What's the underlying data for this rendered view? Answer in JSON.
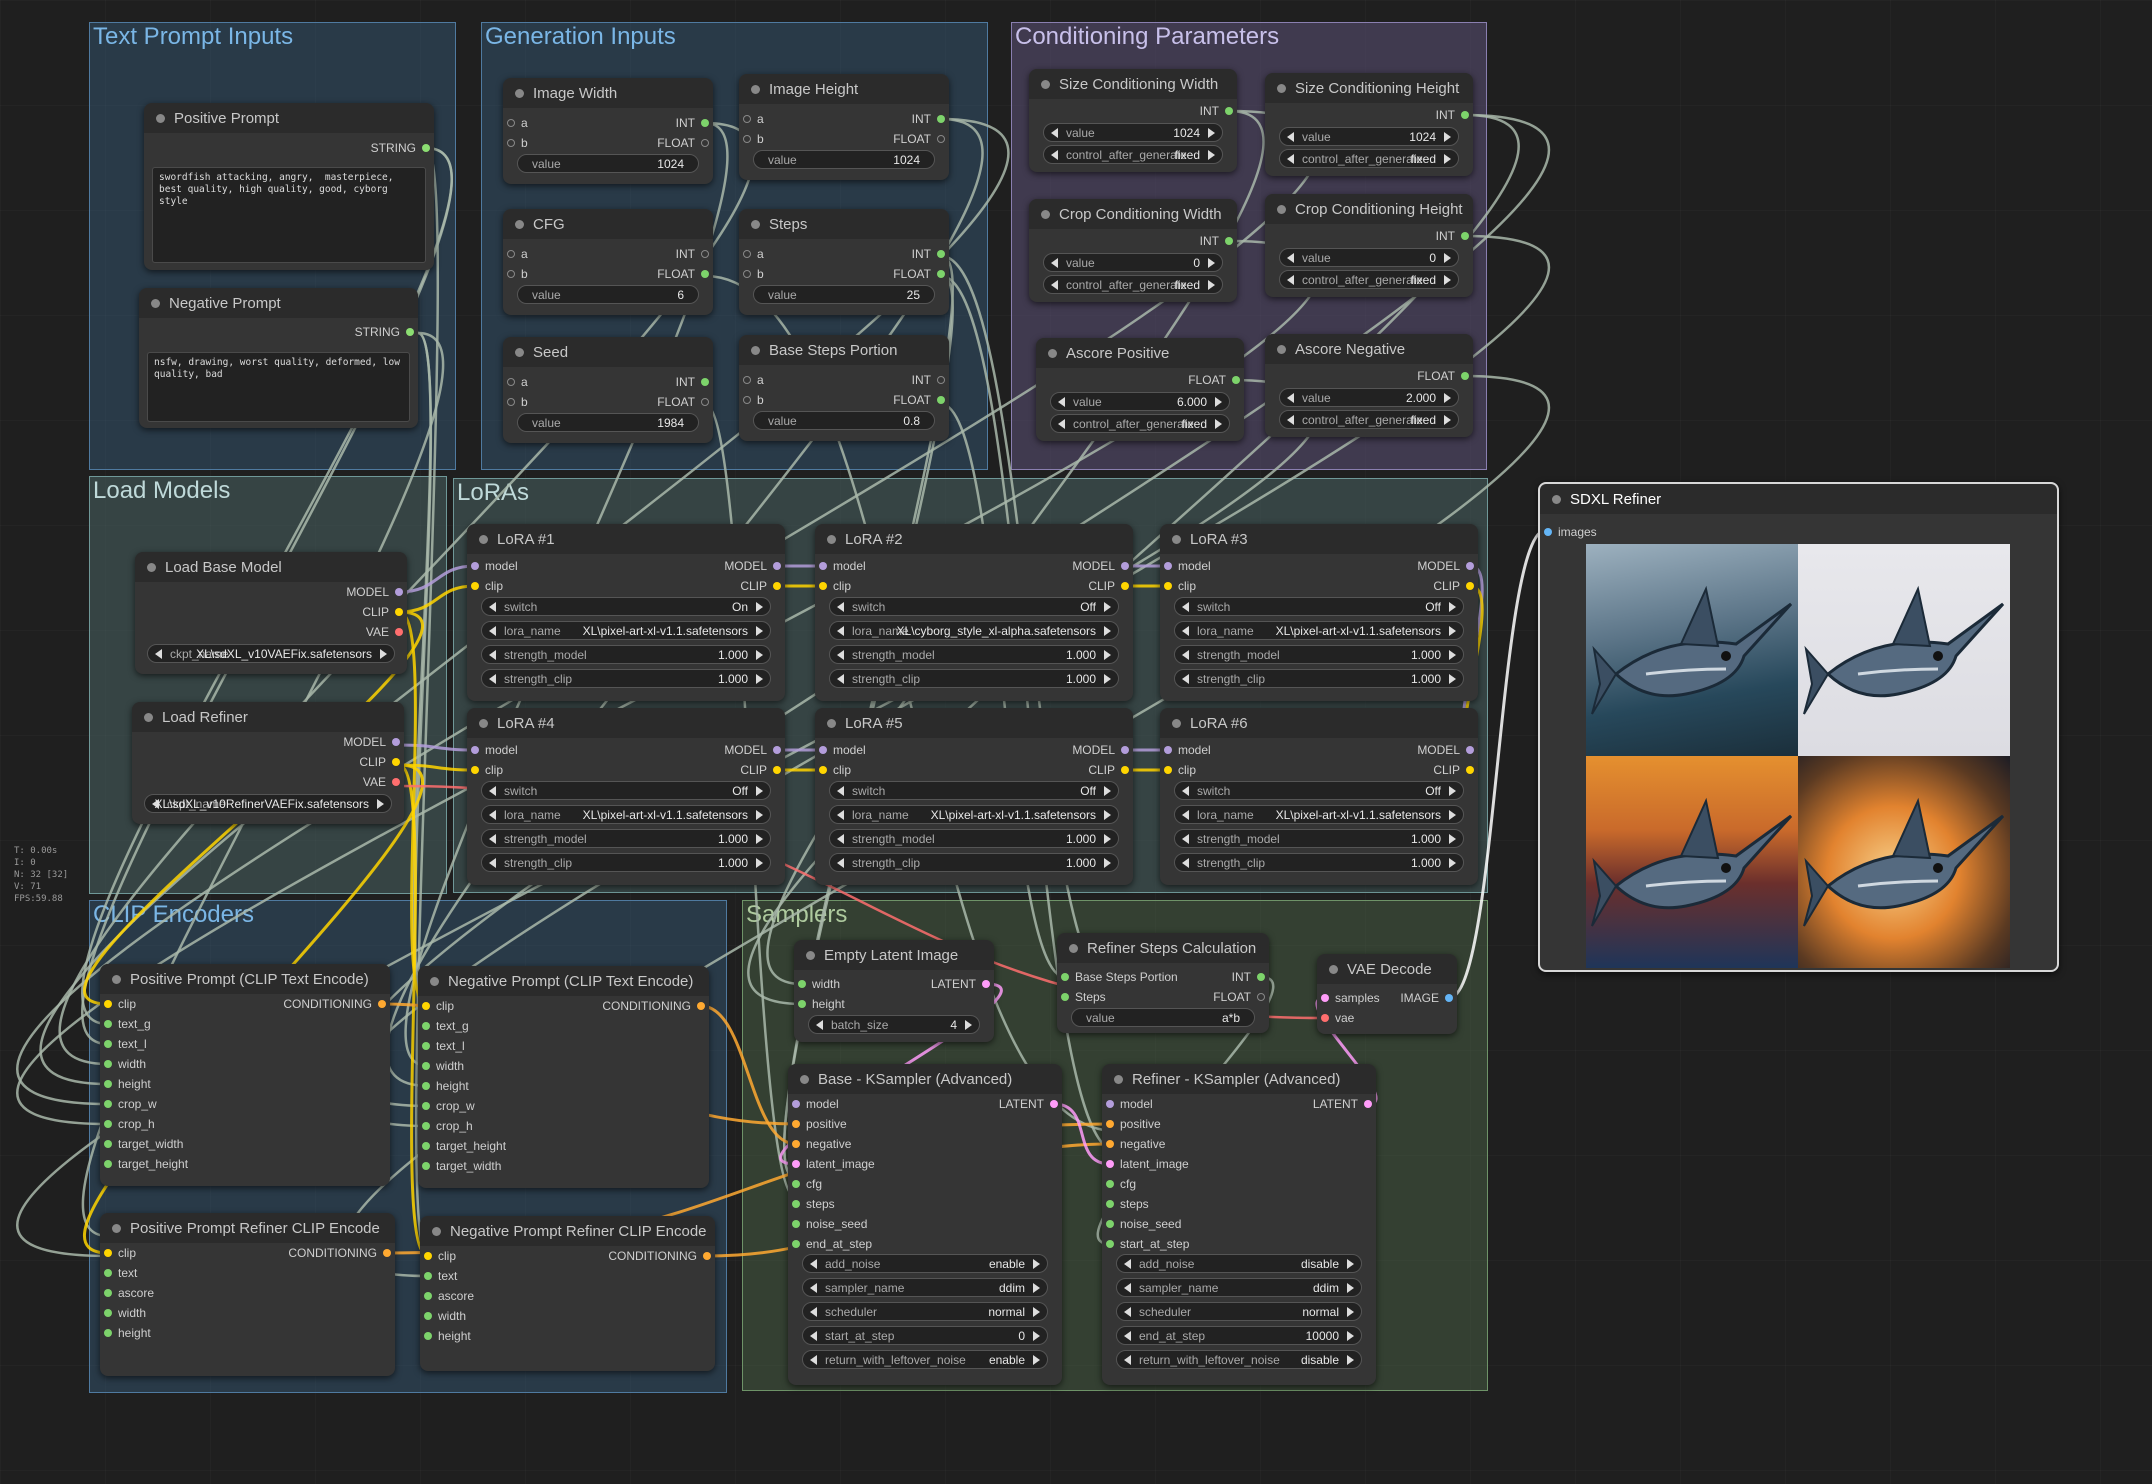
{
  "groups": {
    "text_prompt_inputs": "Text Prompt Inputs",
    "generation_inputs": "Generation Inputs",
    "conditioning_parameters": "Conditioning Parameters",
    "load_models": "Load Models",
    "loras": "LoRAs",
    "clip_encoders": "CLIP Encoders",
    "samplers": "Samplers"
  },
  "stats": {
    "t": "T: 0.00s",
    "i": "I: 0",
    "n": "N: 32 [32]",
    "v": "V: 71",
    "fps": "FPS:59.88"
  },
  "positive_prompt": {
    "title": "Positive Prompt",
    "out": "STRING",
    "text": "swordfish attacking, angry,  masterpiece, best quality, high quality, good, cyborg style"
  },
  "negative_prompt": {
    "title": "Negative Prompt",
    "out": "STRING",
    "text": "nsfw, drawing, worst quality, deformed, low quality, bad"
  },
  "labels": {
    "a": "a",
    "b": "b",
    "int": "INT",
    "float": "FLOAT",
    "value": "value",
    "control": "control_after_generate",
    "fixed": "fixed",
    "model": "model",
    "clip": "clip",
    "MODEL": "MODEL",
    "CLIP": "CLIP",
    "VAE": "VAE",
    "switch": "switch",
    "lora_name": "lora_name",
    "strength_model": "strength_model",
    "strength_clip": "strength_clip",
    "conditioning": "CONDITIONING",
    "latent": "LATENT",
    "image": "IMAGE",
    "images": "images",
    "text_g": "text_g",
    "text_l": "text_l",
    "width": "width",
    "height": "height",
    "crop_w": "crop_w",
    "crop_h": "crop_h",
    "target_width": "target_width",
    "target_height": "target_height",
    "text": "text",
    "ascore": "ascore",
    "batch_size": "batch_size",
    "samples": "samples",
    "vae": "vae",
    "positive": "positive",
    "negative": "negative",
    "latent_image": "latent_image",
    "cfg": "cfg",
    "steps": "steps",
    "noise_seed": "noise_seed",
    "end_at_step": "end_at_step",
    "start_at_step": "start_at_step",
    "add_noise": "add_noise",
    "sampler_name": "sampler_name",
    "scheduler": "scheduler",
    "return_with_leftover_noise": "return_with_leftover_noise",
    "Steps": "Steps",
    "base_steps_portion": "Base Steps Portion",
    "ckpt_name": "ckpt_name"
  },
  "image_width": {
    "title": "Image Width",
    "value": "1024"
  },
  "image_height": {
    "title": "Image Height",
    "value": "1024"
  },
  "cfg": {
    "title": "CFG",
    "value": "6"
  },
  "steps": {
    "title": "Steps",
    "value": "25"
  },
  "seed": {
    "title": "Seed",
    "value": "1984"
  },
  "base_steps_portion": {
    "title": "Base Steps Portion",
    "value": "0.8"
  },
  "size_cond_width": {
    "title": "Size Conditioning Width",
    "value": "1024"
  },
  "size_cond_height": {
    "title": "Size Conditioning Height",
    "value": "1024"
  },
  "crop_cond_width": {
    "title": "Crop Conditioning Width",
    "value": "0"
  },
  "crop_cond_height": {
    "title": "Crop Conditioning Height",
    "value": "0"
  },
  "ascore_positive": {
    "title": "Ascore Positive",
    "value": "6.000"
  },
  "ascore_negative": {
    "title": "Ascore Negative",
    "value": "2.000"
  },
  "load_base_model": {
    "title": "Load Base Model",
    "ckpt": "XL\\sdXL_v10VAEFix.safetensors"
  },
  "load_refiner": {
    "title": "Load Refiner",
    "ckpt": "XL\\sdXL_v10RefinerVAEFix.safetensors"
  },
  "loras": [
    {
      "title": "LoRA #1",
      "switch": "On",
      "lora_name": "XL\\pixel-art-xl-v1.1.safetensors",
      "strength_model": "1.000",
      "strength_clip": "1.000"
    },
    {
      "title": "LoRA #2",
      "switch": "Off",
      "lora_name": "XL\\cyborg_style_xl-alpha.safetensors",
      "strength_model": "1.000",
      "strength_clip": "1.000"
    },
    {
      "title": "LoRA #3",
      "switch": "Off",
      "lora_name": "XL\\pixel-art-xl-v1.1.safetensors",
      "strength_model": "1.000",
      "strength_clip": "1.000"
    },
    {
      "title": "LoRA #4",
      "switch": "Off",
      "lora_name": "XL\\pixel-art-xl-v1.1.safetensors",
      "strength_model": "1.000",
      "strength_clip": "1.000"
    },
    {
      "title": "LoRA #5",
      "switch": "Off",
      "lora_name": "XL\\pixel-art-xl-v1.1.safetensors",
      "strength_model": "1.000",
      "strength_clip": "1.000"
    },
    {
      "title": "LoRA #6",
      "switch": "Off",
      "lora_name": "XL\\pixel-art-xl-v1.1.safetensors",
      "strength_model": "1.000",
      "strength_clip": "1.000"
    }
  ],
  "pos_clip_encode": {
    "title": "Positive Prompt (CLIP Text Encode)"
  },
  "neg_clip_encode": {
    "title": "Negative Prompt (CLIP Text Encode)"
  },
  "pos_refiner_encode": {
    "title": "Positive Prompt Refiner CLIP Encode"
  },
  "neg_refiner_encode": {
    "title": "Negative Prompt Refiner CLIP Encode"
  },
  "empty_latent": {
    "title": "Empty Latent Image",
    "batch_size": "4"
  },
  "refiner_steps_calc": {
    "title": "Refiner Steps Calculation",
    "value": "a*b"
  },
  "vae_decode": {
    "title": "VAE Decode"
  },
  "base_ksampler": {
    "title": "Base - KSampler (Advanced)",
    "add_noise": "enable",
    "sampler_name": "ddim",
    "scheduler": "normal",
    "start_at_step": "0",
    "return_with_leftover_noise": "enable"
  },
  "refiner_ksampler": {
    "title": "Refiner - KSampler (Advanced)",
    "add_noise": "disable",
    "sampler_name": "ddim",
    "scheduler": "normal",
    "end_at_step": "10000",
    "return_with_leftover_noise": "disable"
  },
  "sdxl_refiner": {
    "title": "SDXL Refiner"
  },
  "colors": {
    "model": "#b39ddb",
    "clip": "#ffd500",
    "vae": "#ff6e6e",
    "int": "#7dd36b",
    "conditioning": "#ffa931",
    "latent": "#ff9cf9",
    "image": "#64b5f6",
    "string": "#8cde72"
  }
}
